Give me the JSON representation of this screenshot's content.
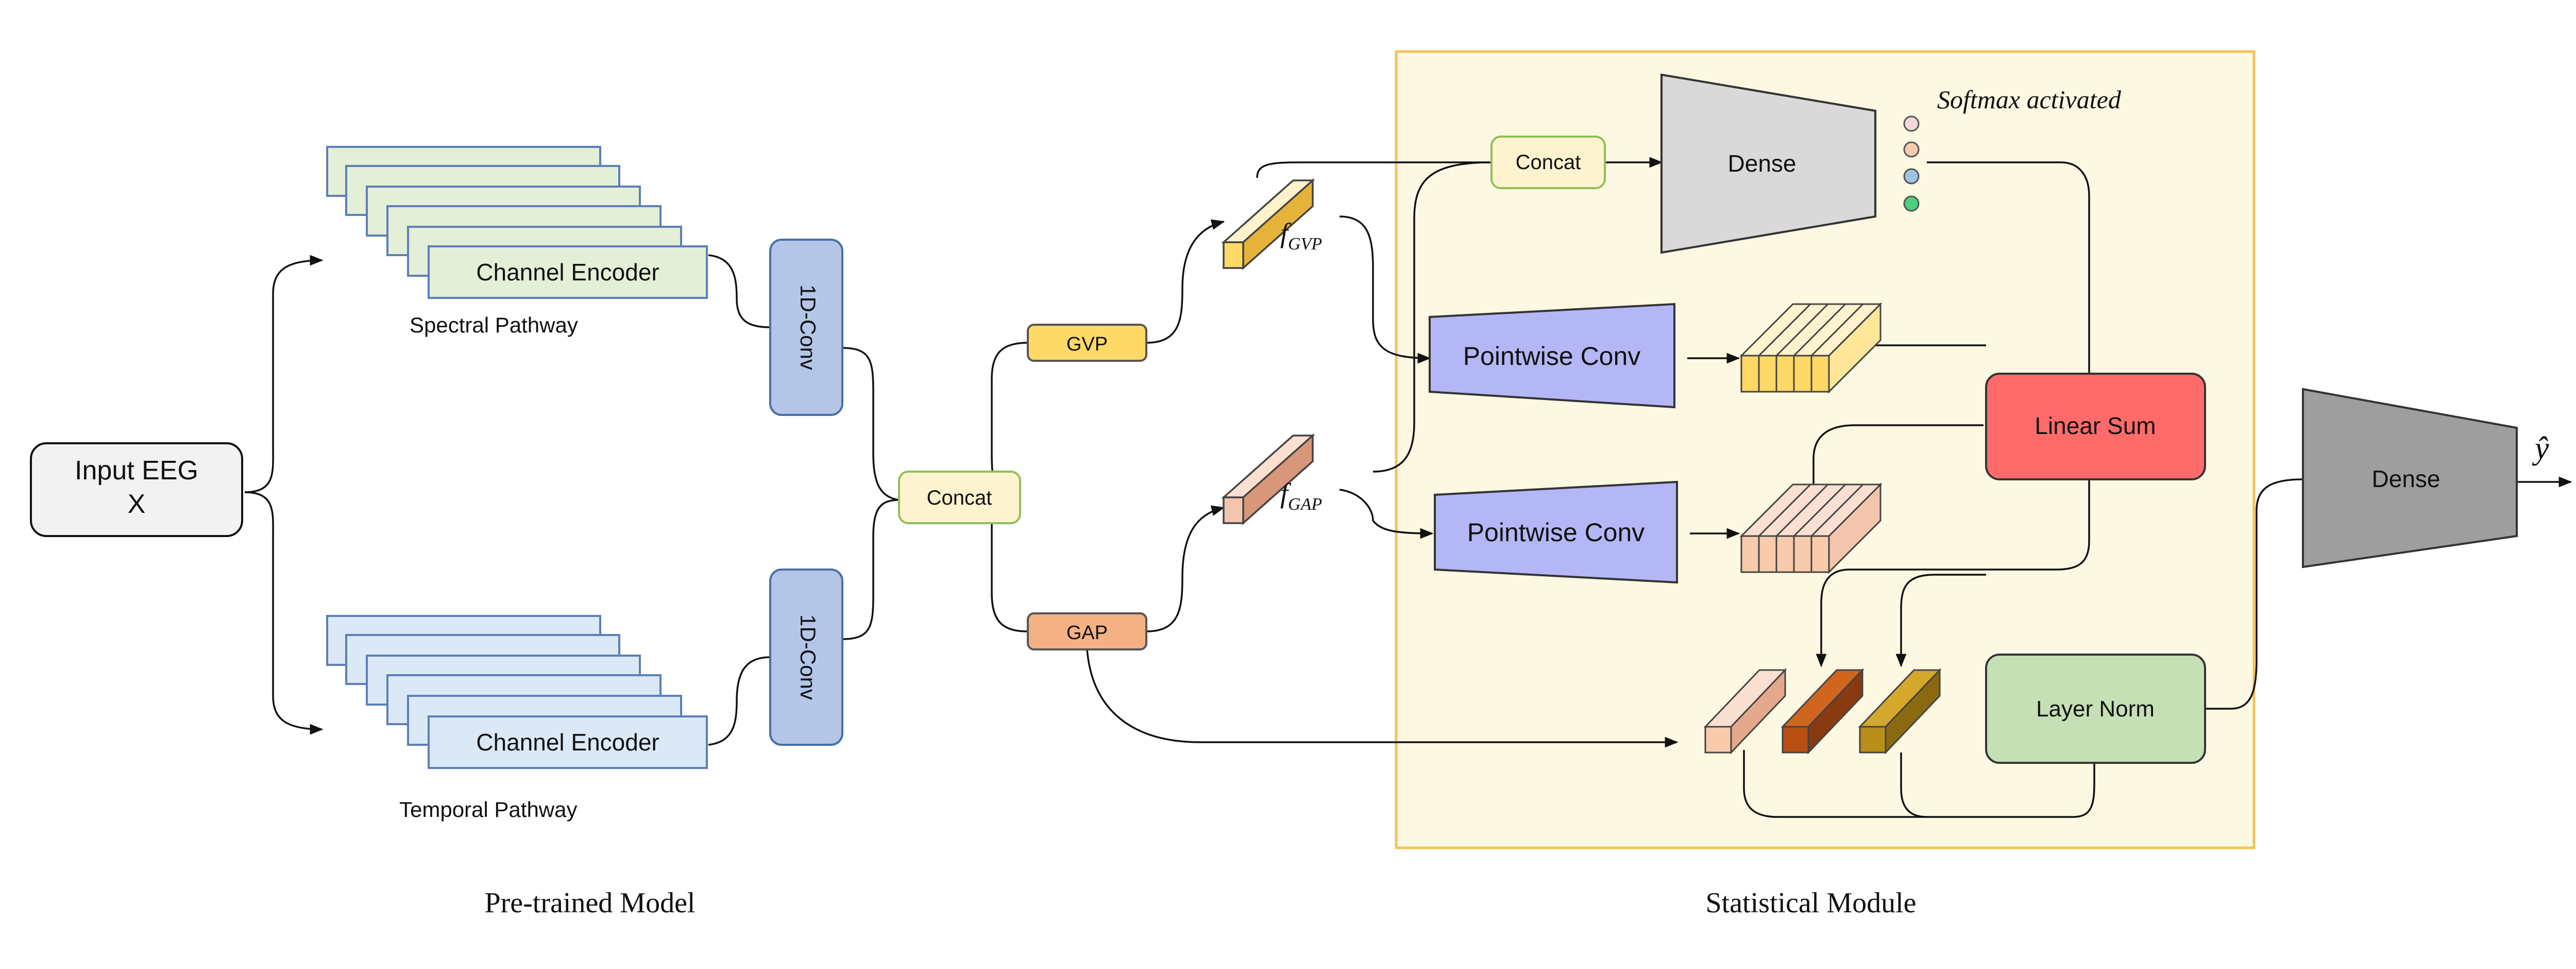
{
  "diagram": {
    "input": {
      "line1": "Input EEG",
      "line2": "X"
    },
    "spectral": {
      "encoder": "Channel Encoder",
      "pathway": "Spectral Pathway",
      "conv": "1D-Conv"
    },
    "temporal": {
      "encoder": "Channel Encoder",
      "pathway": "Temporal Pathway",
      "conv": "1D-Conv"
    },
    "concat_main": "Concat",
    "gvp": "GVP",
    "gap": "GAP",
    "f_gvp": {
      "base": "f",
      "sub": "GVP"
    },
    "f_gap": {
      "base": "f",
      "sub": "GAP"
    },
    "concat_stat": "Concat",
    "dense_stat": "Dense",
    "softmax": "Softmax activated",
    "pointwise_gvp": "Pointwise Conv",
    "pointwise_gap": "Pointwise Conv",
    "linear_sum": "Linear Sum",
    "layer_norm": "Layer Norm",
    "dense_final": "Dense",
    "output": "ŷ",
    "section_pretrained": "Pre-trained Model",
    "section_statistical": "Statistical Module"
  },
  "colors": {
    "spectral_fill": "#e3efd6",
    "spectral_stroke": "#5b7fb8",
    "temporal_fill": "#dbe8f6",
    "conv_fill": "#b3c6e7",
    "concat_fill": "#fdf3cf",
    "gvp_fill": "#ffd966",
    "gap_fill": "#f4b183",
    "module_fill": "#fdf8e1",
    "module_stroke": "#f0c455",
    "dense_stat_fill": "#d9d9d9",
    "dense_final_fill": "#9e9e9e",
    "pointwise_fill": "#b4b7f6",
    "linear_sum_fill": "#ff6b6b",
    "layer_norm_fill": "#c5e0b4",
    "dot_pink": "#f4d7dc",
    "dot_orange": "#f8cbad",
    "dot_blue": "#9dc3e6",
    "dot_green": "#4cd07d"
  }
}
